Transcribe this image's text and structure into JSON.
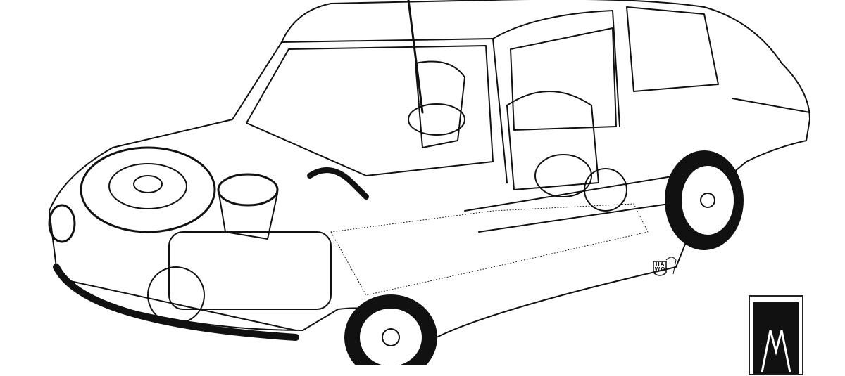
{
  "illustration": {
    "subject": "car-cutaway",
    "ink": "#111111",
    "paper": "#ffffff"
  },
  "signature": {
    "text": "HAWO"
  },
  "logo": {
    "mark": "M"
  }
}
